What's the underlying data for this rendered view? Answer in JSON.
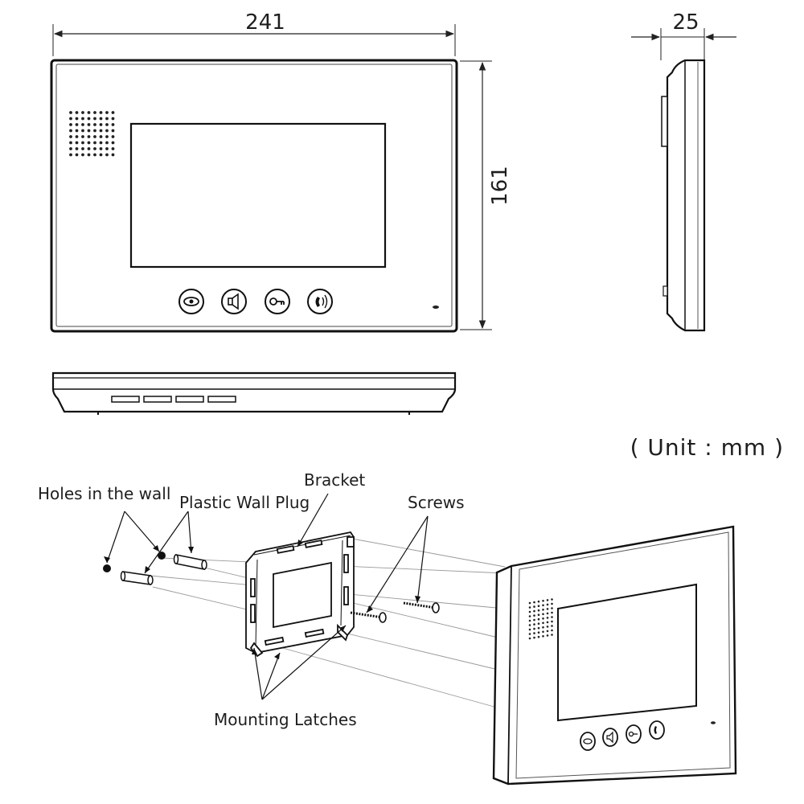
{
  "dimensions": {
    "width": "241",
    "depth": "25",
    "height": "161"
  },
  "unit_note": "( Unit : mm )",
  "callouts": {
    "holes": "Holes in the wall",
    "plug": "Plastic Wall Plug",
    "bracket": "Bracket",
    "screws": "Screws",
    "latches": "Mounting Latches"
  },
  "buttons": [
    {
      "icon": "eye-icon"
    },
    {
      "icon": "speaker-icon"
    },
    {
      "icon": "key-icon"
    },
    {
      "icon": "phone-icon"
    }
  ]
}
